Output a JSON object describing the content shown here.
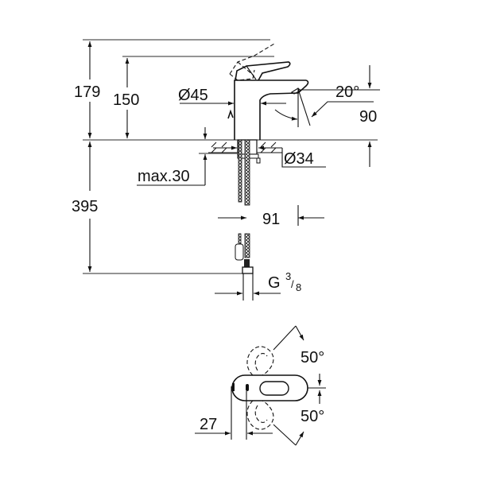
{
  "drawing": {
    "type": "faucet technical dimension drawing",
    "side_view": {
      "dimensions": {
        "total_height": "179",
        "spout_height": "150",
        "body_diameter": "Ø45",
        "spout_angle": "20°",
        "spout_reach": "90",
        "hole_diameter": "Ø34",
        "max_counter_thickness": "max.30",
        "hose_length": "395",
        "hose_offset": "91",
        "connection_thread_prefix": "G",
        "connection_thread_num": "3",
        "connection_thread_den": "8"
      }
    },
    "top_view": {
      "dimensions": {
        "lever_angle_top": "50°",
        "lever_angle_bottom": "50°",
        "lever_offset": "27"
      }
    }
  }
}
